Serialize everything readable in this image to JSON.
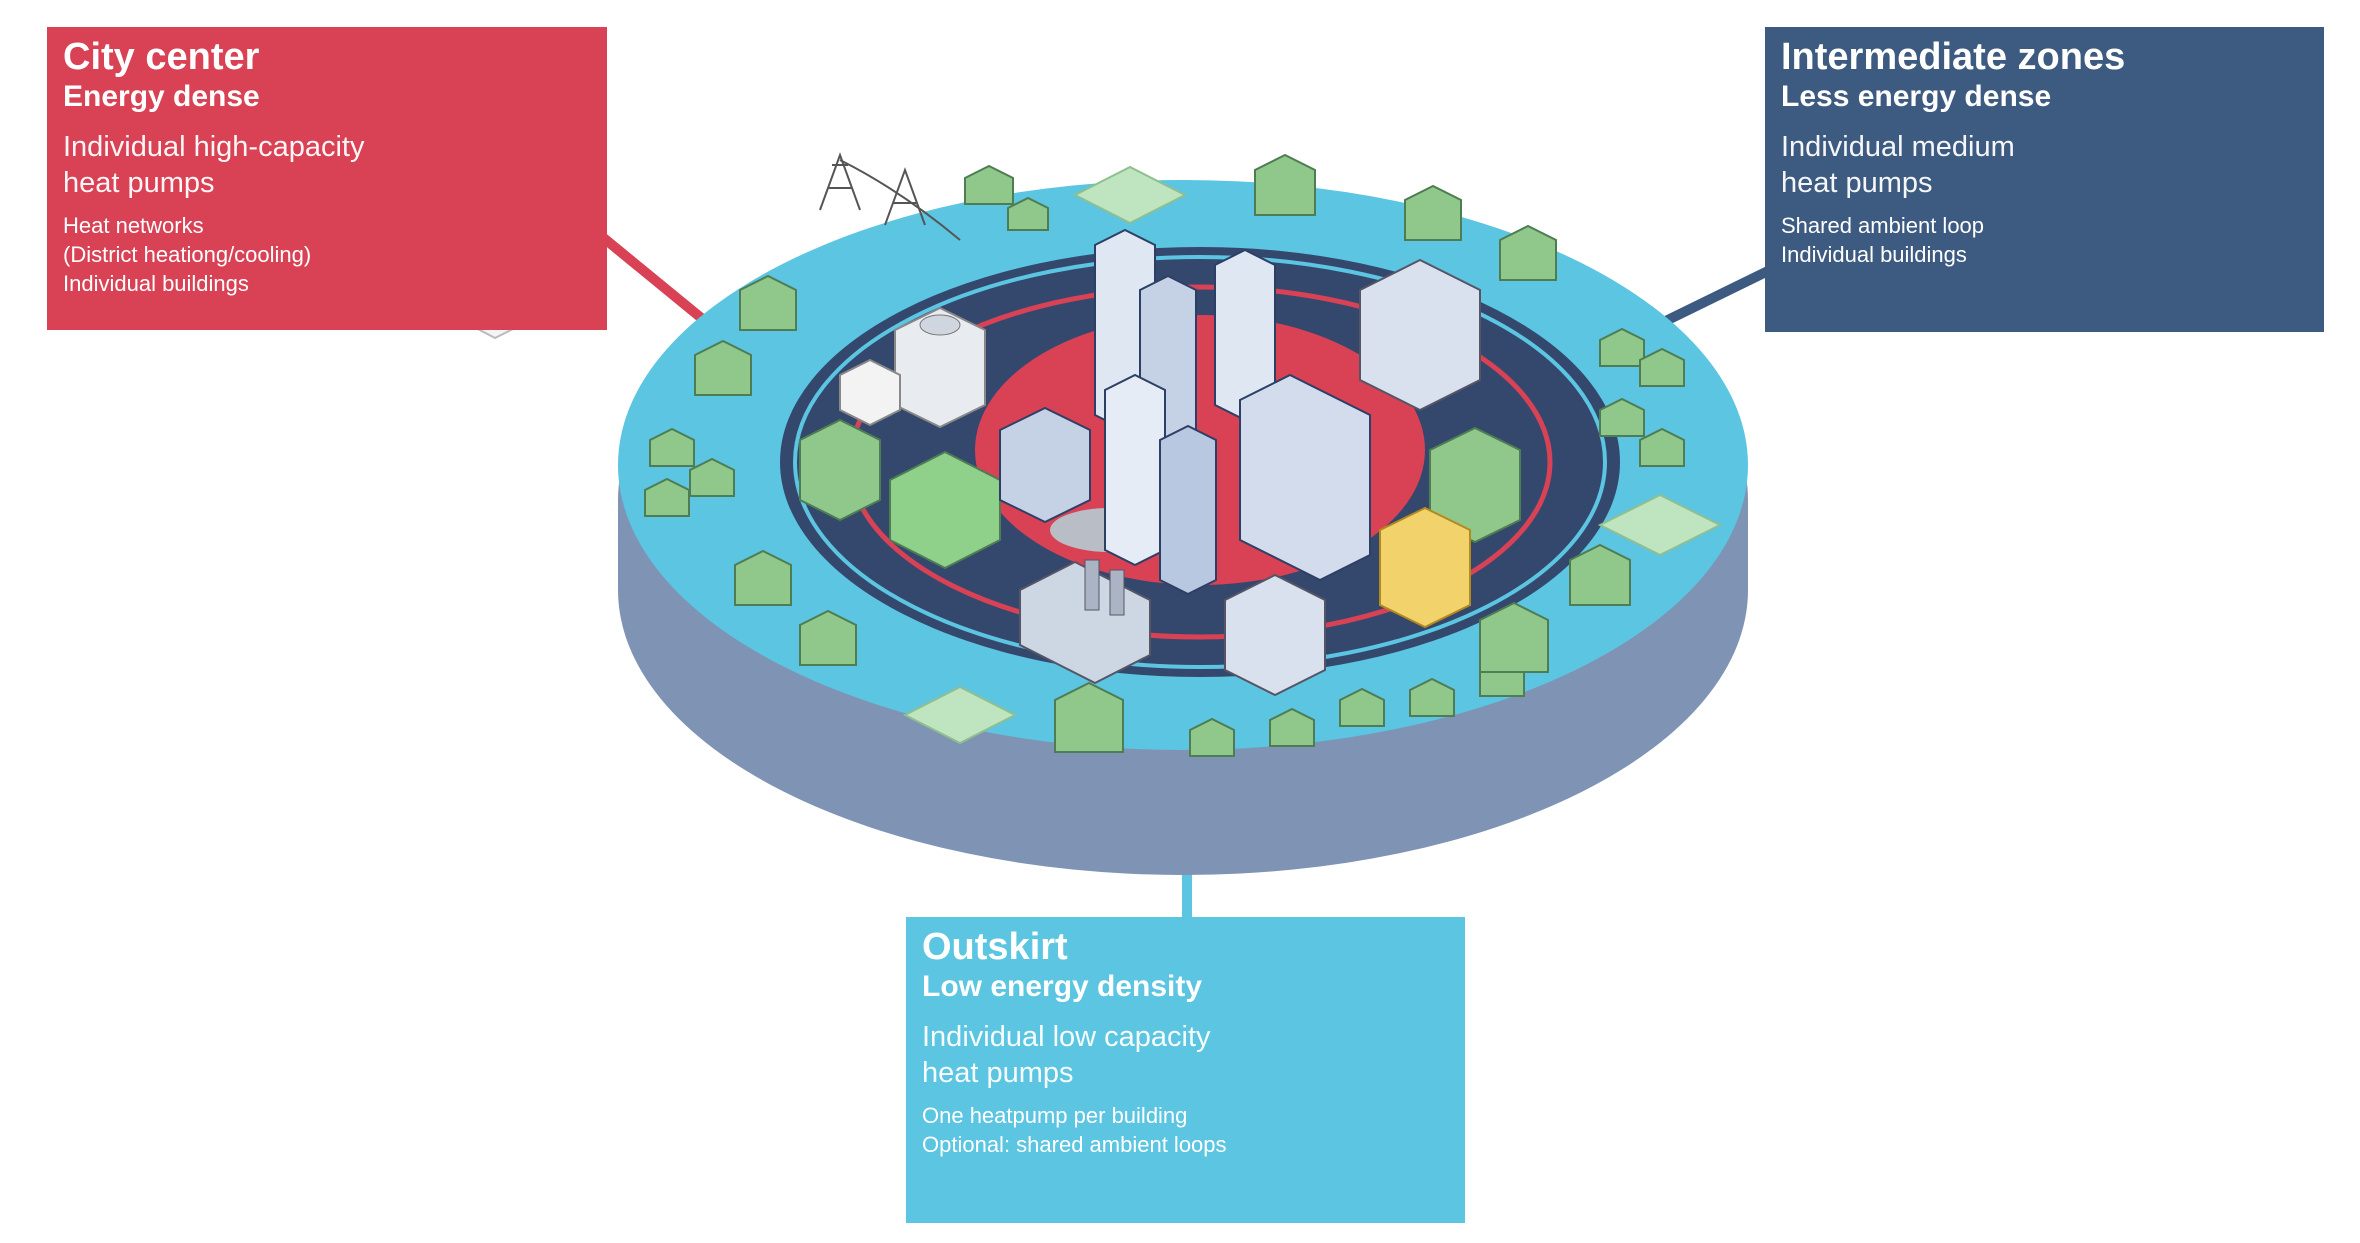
{
  "colors": {
    "city_center": "#d94155",
    "intermediate": "#3d5a80",
    "outskirt": "#5bc5e2",
    "disk_side": "#7f93b5",
    "disk_top": "#5bc5e2",
    "ring_dark": "#34486e",
    "core_red": "#d94155",
    "house_green": "#8fc88a"
  },
  "city_center": {
    "title": "City center",
    "subtitle": "Energy dense",
    "main_lines": [
      "Individual high-capacity",
      "heat pumps"
    ],
    "detail_lines": [
      "Heat networks",
      "(District heationg/cooling)",
      "Individual buildings"
    ]
  },
  "intermediate": {
    "title": "Intermediate zones",
    "subtitle": "Less energy dense",
    "main_lines": [
      "Individual medium",
      "heat pumps"
    ],
    "detail_lines": [
      "Shared ambient loop",
      "Individual buildings"
    ]
  },
  "outskirt": {
    "title": "Outskirt",
    "subtitle": "Low energy density",
    "main_lines": [
      "Individual low capacity",
      "heat pumps"
    ],
    "detail_lines": [
      "One heatpump per building",
      "Optional: shared ambient loops"
    ]
  },
  "icons": {
    "city_units": "heat-pump-units-icon",
    "intermediate_units": "heat-pump-units-icon",
    "outskirt_units": "heat-pump-units-icon",
    "power_tower": "power-tower-icon",
    "factory": "factory-icon",
    "helipad": "helipad-icon",
    "solar": "solar-panel-icon"
  }
}
